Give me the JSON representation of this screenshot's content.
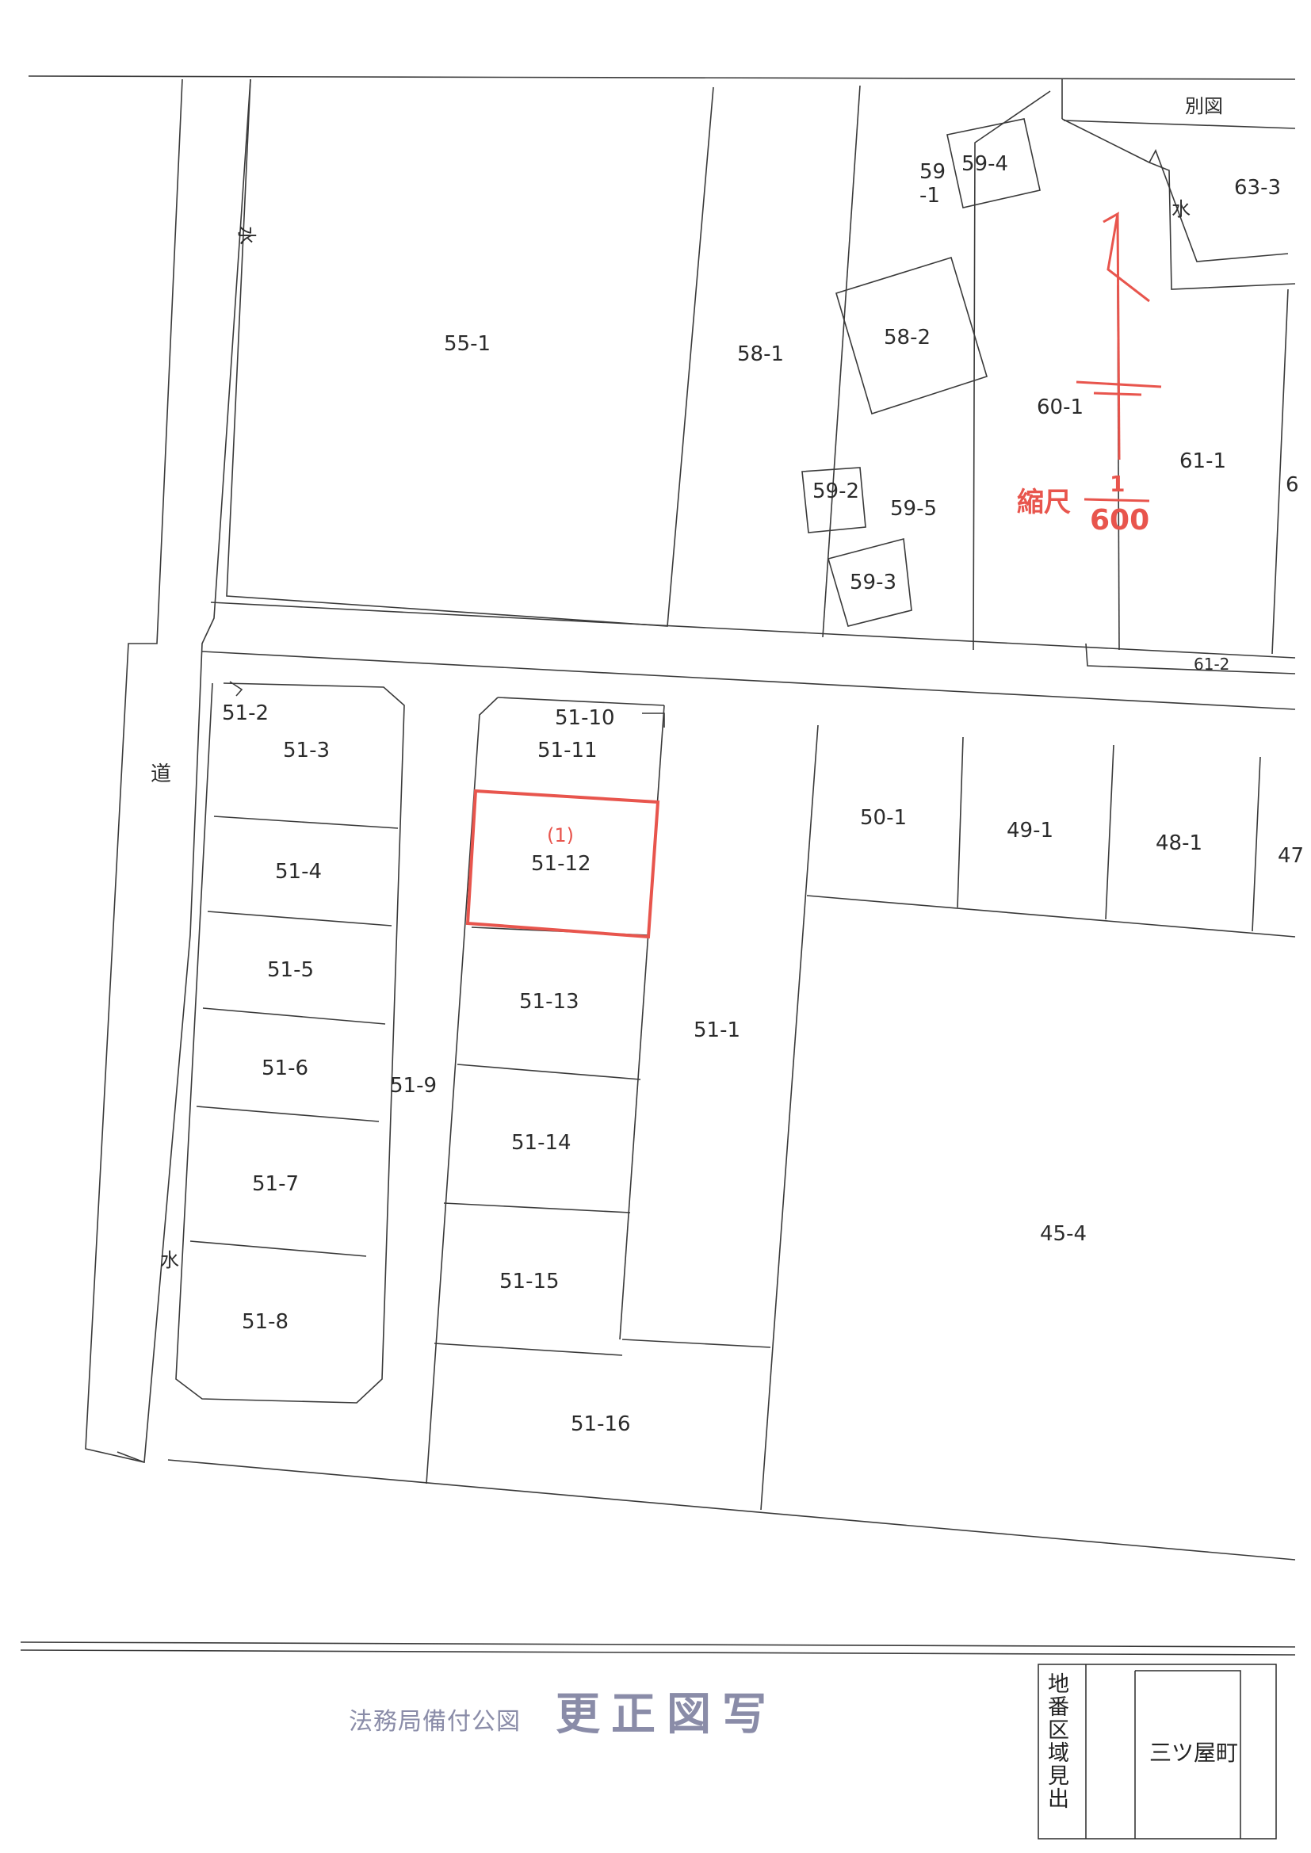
{
  "separate_map_label": "別図",
  "scale": {
    "label": "縮尺",
    "numerator": "1",
    "denominator": "600"
  },
  "parcels": {
    "p55_1": "55-1",
    "p58_1": "58-1",
    "p58_2": "58-2",
    "p59_1_top": "59",
    "p59_1_bottom": "-1",
    "p59_2": "59-2",
    "p59_3": "59-3",
    "p59_4": "59-4",
    "p59_5": "59-5",
    "p60_1": "60-1",
    "p61_1": "61-1",
    "p61_2": "61-2",
    "p63_3": "63-3",
    "p6_partial": "6",
    "p51_1": "51-1",
    "p51_2": "51-2",
    "p51_3": "51-3",
    "p51_4": "51-4",
    "p51_5": "51-5",
    "p51_6": "51-6",
    "p51_7": "51-7",
    "p51_8": "51-8",
    "p51_9": "51-9",
    "p51_10": "51-10",
    "p51_11": "51-11",
    "p51_12": "51-12",
    "p51_13": "51-13",
    "p51_14": "51-14",
    "p51_15": "51-15",
    "p51_16": "51-16",
    "p50_1": "50-1",
    "p49_1": "49-1",
    "p48_1": "48-1",
    "p47_partial": "47",
    "p45_4": "45-4"
  },
  "highlight_mark": "(1)",
  "map_symbols": {
    "water": "水",
    "road": "道"
  },
  "footer": {
    "source_label": "法務局備付公図",
    "document_label": "更正図写"
  },
  "region": {
    "vertical_label": "地番区域見出",
    "name": "三ツ屋町"
  },
  "colors": {
    "highlight": "#e8554d",
    "footer_text": "#8a8ca8",
    "line": "#333333"
  }
}
